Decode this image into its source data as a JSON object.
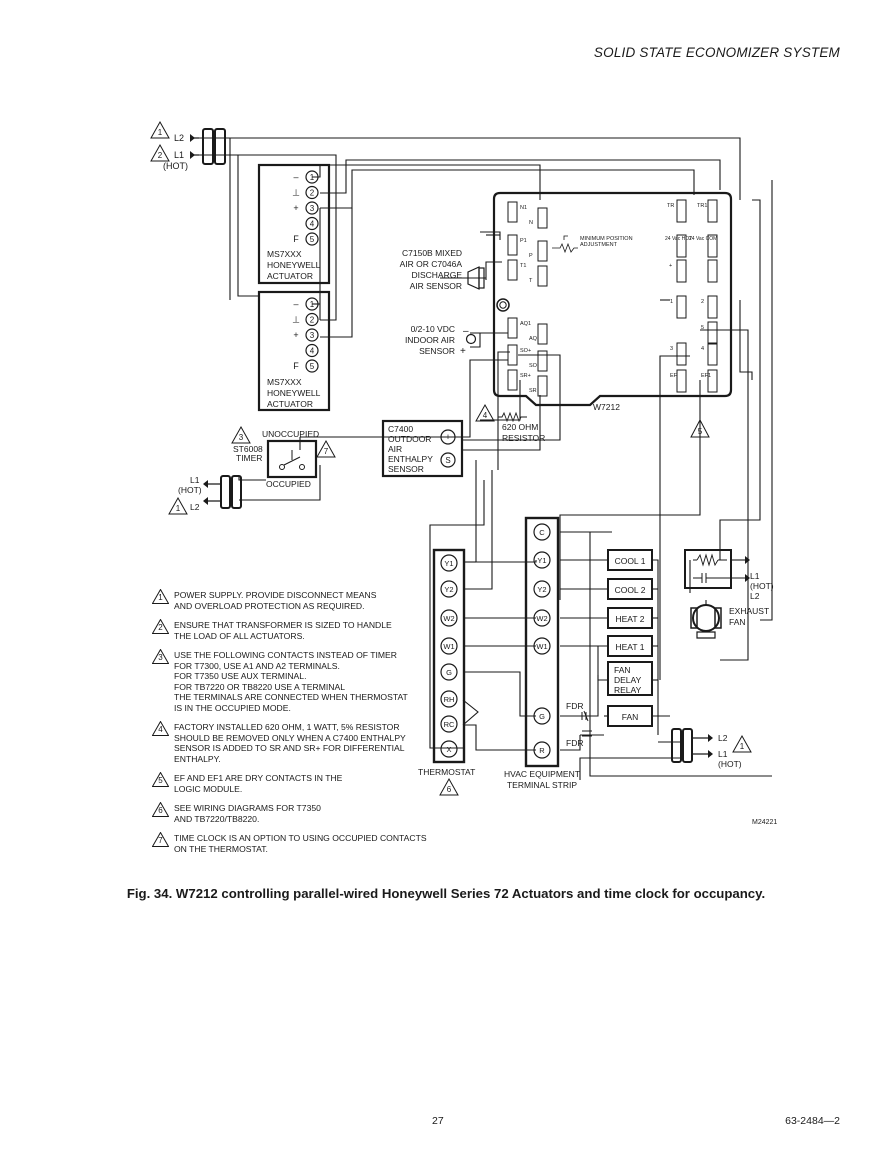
{
  "header": {
    "title": "SOLID STATE ECONOMIZER SYSTEM"
  },
  "diagram": {
    "power_top": {
      "l2": "L2",
      "l1": "L1",
      "hot": "(HOT)",
      "note_l2": "1",
      "note_l1": "2"
    },
    "actuator1": {
      "pins": [
        "1",
        "2",
        "3",
        "4",
        "5"
      ],
      "signs": [
        "–",
        "⊥",
        "+",
        "",
        "F"
      ],
      "label": [
        "MS7XXX",
        "HONEYWELL",
        "ACTUATOR"
      ]
    },
    "actuator2": {
      "pins": [
        "1",
        "2",
        "3",
        "4",
        "5"
      ],
      "signs": [
        "–",
        "⊥",
        "+",
        "",
        "F"
      ],
      "label": [
        "MS7XXX",
        "HONEYWELL",
        "ACTUATOR"
      ]
    },
    "mixed_air_sensor": [
      "C7150B MIXED",
      "AIR OR C7046A",
      "DISCHARGE",
      "AIR SENSOR"
    ],
    "indoor_sensor": [
      "0/2-10 VDC",
      "INDOOR AIR",
      "SENSOR"
    ],
    "indoor_sensor_signs": [
      "–",
      "+"
    ],
    "timer": {
      "note": "3",
      "model": "ST6008",
      "name": "TIMER",
      "unoccupied": "UNOCCUPIED",
      "occupied": "OCCUPIED",
      "ref": "7"
    },
    "power_mid": {
      "l1": "L1",
      "hot": "(HOT)",
      "l2": "L2",
      "note": "1"
    },
    "c7400": {
      "label": [
        "C7400",
        "OUTDOOR",
        "AIR",
        "ENTHALPY",
        "SENSOR"
      ],
      "plus": "+",
      "s": "S"
    },
    "resistor": {
      "note": "4",
      "label": [
        "620 OHM",
        "RESISTOR"
      ]
    },
    "w7212": {
      "name": "W7212",
      "left_terms": [
        "N1",
        "N",
        "P1",
        "P",
        "T1",
        "T",
        "AQ1",
        "AQ",
        "SO+",
        "SO",
        "SR+",
        "SR"
      ],
      "right_terms": [
        "TR",
        "TR1",
        "24 Vac HOT",
        "24 Vac COM",
        "+",
        "1",
        "2",
        "5",
        "3",
        "4",
        "EF",
        "EF1"
      ],
      "min_pos": [
        "MINIMUM POSITION",
        "ADJUSTMENT"
      ],
      "note5": "5"
    },
    "thermostat": {
      "terminals": [
        "Y1",
        "Y2",
        "W2",
        "W1",
        "G",
        "RH",
        "RC",
        "X"
      ],
      "label": "THERMOSTAT",
      "note": "6"
    },
    "terminal_strip": {
      "terminals": [
        "C",
        "Y1",
        "Y2",
        "W2",
        "W1",
        "G",
        "R"
      ],
      "label": [
        "HVAC EQUIPMENT",
        "TERMINAL STRIP"
      ]
    },
    "loads": [
      "COOL 1",
      "COOL 2",
      "HEAT 2",
      "HEAT 1",
      "FAN DELAY RELAY",
      "FAN"
    ],
    "fdr": [
      "FDR",
      "FDR"
    ],
    "exhaust": {
      "l1": "L1",
      "hot": "(HOT)",
      "l2": "L2",
      "fan": [
        "EXHAUST",
        "FAN"
      ]
    },
    "power_bottom": {
      "l2": "L2",
      "l1": "L1",
      "hot": "(HOT)",
      "note": "1"
    },
    "figure_id": "M24221"
  },
  "notes": [
    {
      "num": "1",
      "lines": [
        "POWER SUPPLY. PROVIDE DISCONNECT MEANS",
        "AND OVERLOAD PROTECTION AS REQUIRED."
      ]
    },
    {
      "num": "2",
      "lines": [
        "ENSURE THAT TRANSFORMER IS SIZED TO HANDLE",
        "THE LOAD OF ALL ACTUATORS."
      ]
    },
    {
      "num": "3",
      "lines": [
        "USE THE FOLLOWING CONTACTS INSTEAD OF TIMER",
        "FOR T7300, USE A1 AND A2 TERMINALS.",
        "FOR T7350 USE AUX TERMINAL.",
        "FOR TB7220 OR TB8220 USE A TERMINAL",
        "THE TERMINALS ARE CONNECTED WHEN THERMOSTAT",
        "IS IN THE OCCUPIED MODE."
      ]
    },
    {
      "num": "4",
      "lines": [
        "FACTORY INSTALLED 620 OHM, 1 WATT, 5% RESISTOR",
        "SHOULD BE REMOVED ONLY WHEN A C7400 ENTHALPY",
        "SENSOR IS ADDED TO SR AND SR+ FOR DIFFERENTIAL",
        "ENTHALPY."
      ]
    },
    {
      "num": "5",
      "lines": [
        "EF AND EF1 ARE DRY CONTACTS IN THE",
        "LOGIC MODULE."
      ]
    },
    {
      "num": "6",
      "lines": [
        "SEE WIRING DIAGRAMS FOR T7350",
        "AND TB7220/TB8220."
      ]
    },
    {
      "num": "7",
      "lines": [
        "TIME CLOCK IS AN OPTION TO USING OCCUPIED CONTACTS",
        "ON THE THERMOSTAT."
      ]
    }
  ],
  "caption": "Fig. 34. W7212 controlling parallel-wired Honeywell Series 72 Actuators and time clock for occupancy.",
  "footer": {
    "page": "27",
    "doc": "63-2484—2"
  }
}
